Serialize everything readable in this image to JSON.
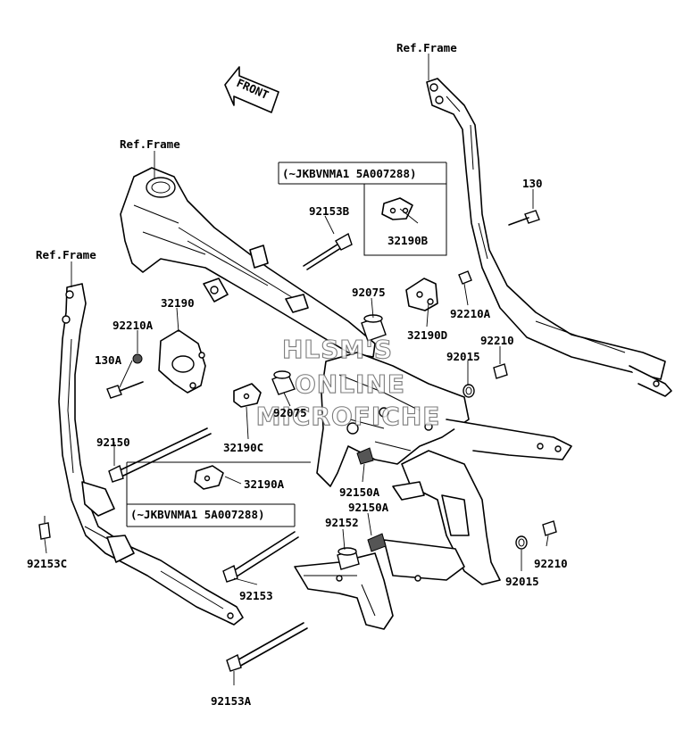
{
  "watermark": {
    "line1": "HLSM'S",
    "line2": "ONLINE",
    "line3": "MICROFICHE"
  },
  "front_arrow": {
    "label": "FRONT"
  },
  "frame_refs": [
    "Ref.Frame",
    "Ref.Frame",
    "Ref.Frame"
  ],
  "serial_note_1": "(~JKBVNMA1 5A007288)",
  "serial_note_2": "(~JKBVNMA1 5A007288)",
  "part_labels": {
    "p92153B": "92153B",
    "p130": "130",
    "p32190B": "32190B",
    "p32190": "32190",
    "p92210A_left": "92210A",
    "p130A": "130A",
    "p92075_top": "92075",
    "p92210A_right": "92210A",
    "p32190D": "32190D",
    "p92210_top": "92210",
    "p92015_top": "92015",
    "p92075_mid": "92075",
    "p92150": "92150",
    "p32190C": "32190C",
    "p32190A": "32190A",
    "p92150A_1": "92150A",
    "p92150A_2": "92150A",
    "p92152": "92152",
    "p92153C": "92153C",
    "p92153": "92153",
    "p92210_bottom": "92210",
    "p92015_bottom": "92015",
    "p92153A": "92153A"
  }
}
